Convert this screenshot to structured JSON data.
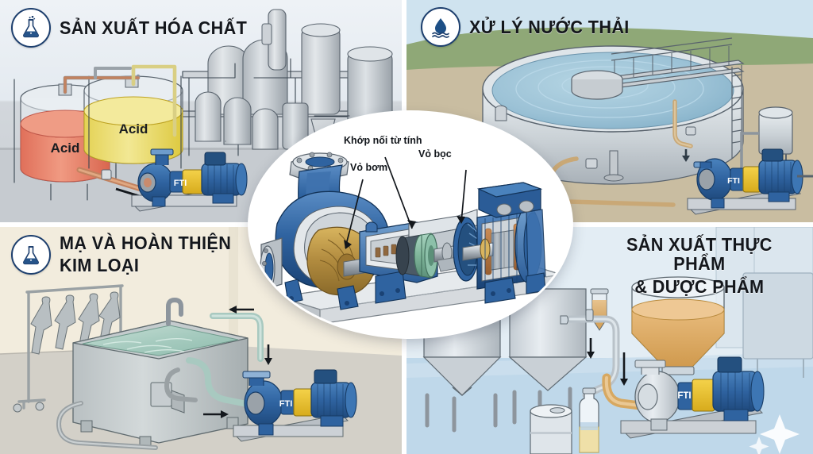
{
  "page": {
    "kind": "four-panel industrial pump application infographic",
    "brand_on_pumps": "FTI"
  },
  "panels": [
    {
      "id": "chemical-production",
      "title": "SẢN XUẤT HÓA CHẤT",
      "icon": "flask-icon",
      "position": "top-left",
      "labels": [
        "Acid",
        "Acid"
      ],
      "colors": {
        "tank_red": "#e8806a",
        "tank_yellow": "#ead968",
        "background": "#e4eaf0"
      }
    },
    {
      "id": "wastewater-treatment",
      "title": "XỬ LÝ NƯỚC THẢI",
      "icon": "water-drop-icon",
      "position": "top-right",
      "labels": [],
      "colors": {
        "sky": "#cfe3ef",
        "grass": "#8fa877",
        "ground": "#c9bda1",
        "water": "#9dc3d4"
      }
    },
    {
      "id": "metal-plating-finishing",
      "title": "MẠ VÀ HOÀN THIỆN KIM LOẠI",
      "title_lines": [
        "MẠ VÀ HOÀN THIỆN",
        "KIM LOẠI"
      ],
      "icon": "flask-icon",
      "position": "bottom-left",
      "labels": [],
      "colors": {
        "wall": "#f2ecdd",
        "floor": "#cfccc4",
        "bath": "#a9c9bf"
      }
    },
    {
      "id": "food-pharma-production",
      "title": "SẢN XUẤT THỰC PHẨM & DƯỢC PHẨM",
      "title_lines": [
        "SẢN XUẤT THỰC PHẨM",
        "& DƯỢC PHẨM"
      ],
      "icon": "none",
      "position": "bottom-right",
      "labels": [],
      "colors": {
        "wall": "#e3edf4",
        "floor": "#bfd8ea",
        "product": "#e0aa63"
      }
    }
  ],
  "inset": {
    "id": "magnetic-drive-pump-cutaway",
    "callouts": [
      {
        "text": "Khớp nối từ tính",
        "meaning": "magnetic coupling"
      },
      {
        "text": "Vỏ bơm",
        "meaning": "pump casing"
      },
      {
        "text": "Vỏ bọc",
        "meaning": "containment shell"
      }
    ],
    "colors": {
      "pump_blue": "#2f63a0",
      "impeller_bronze": "#b08a3e",
      "coupling_green": "#7fb59a",
      "base_grey": "#cfd3d6"
    }
  }
}
